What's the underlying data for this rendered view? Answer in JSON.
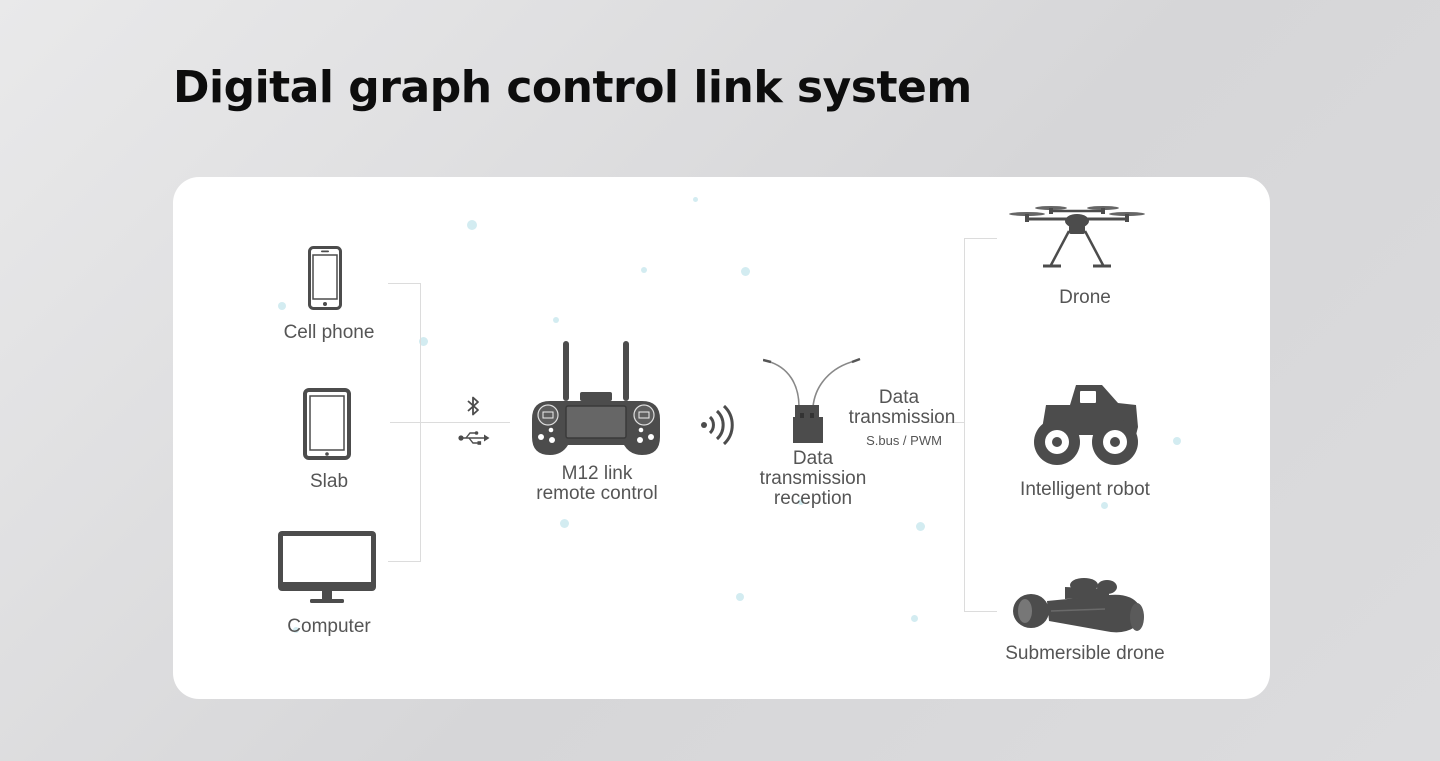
{
  "title": "Digital graph control link system",
  "colors": {
    "icon": "#4c4c4c",
    "line": "#dcdcdc",
    "text": "#555555",
    "card": "#ffffff"
  },
  "devices": {
    "phone": "Cell phone",
    "slab": "Slab",
    "computer": "Computer"
  },
  "connections": {
    "bluetooth_icon": "bluetooth-icon",
    "usb_icon": "usb-icon"
  },
  "remote": {
    "line1": "M12 link",
    "line2": "remote control"
  },
  "receiver": {
    "line1": "Data",
    "line2": "transmission",
    "line3": "reception"
  },
  "output": {
    "line1": "Data",
    "line2": "transmission",
    "protocol": "S.bus / PWM"
  },
  "targets": {
    "drone": "Drone",
    "robot": "Intelligent robot",
    "submersible": "Submersible drone"
  }
}
